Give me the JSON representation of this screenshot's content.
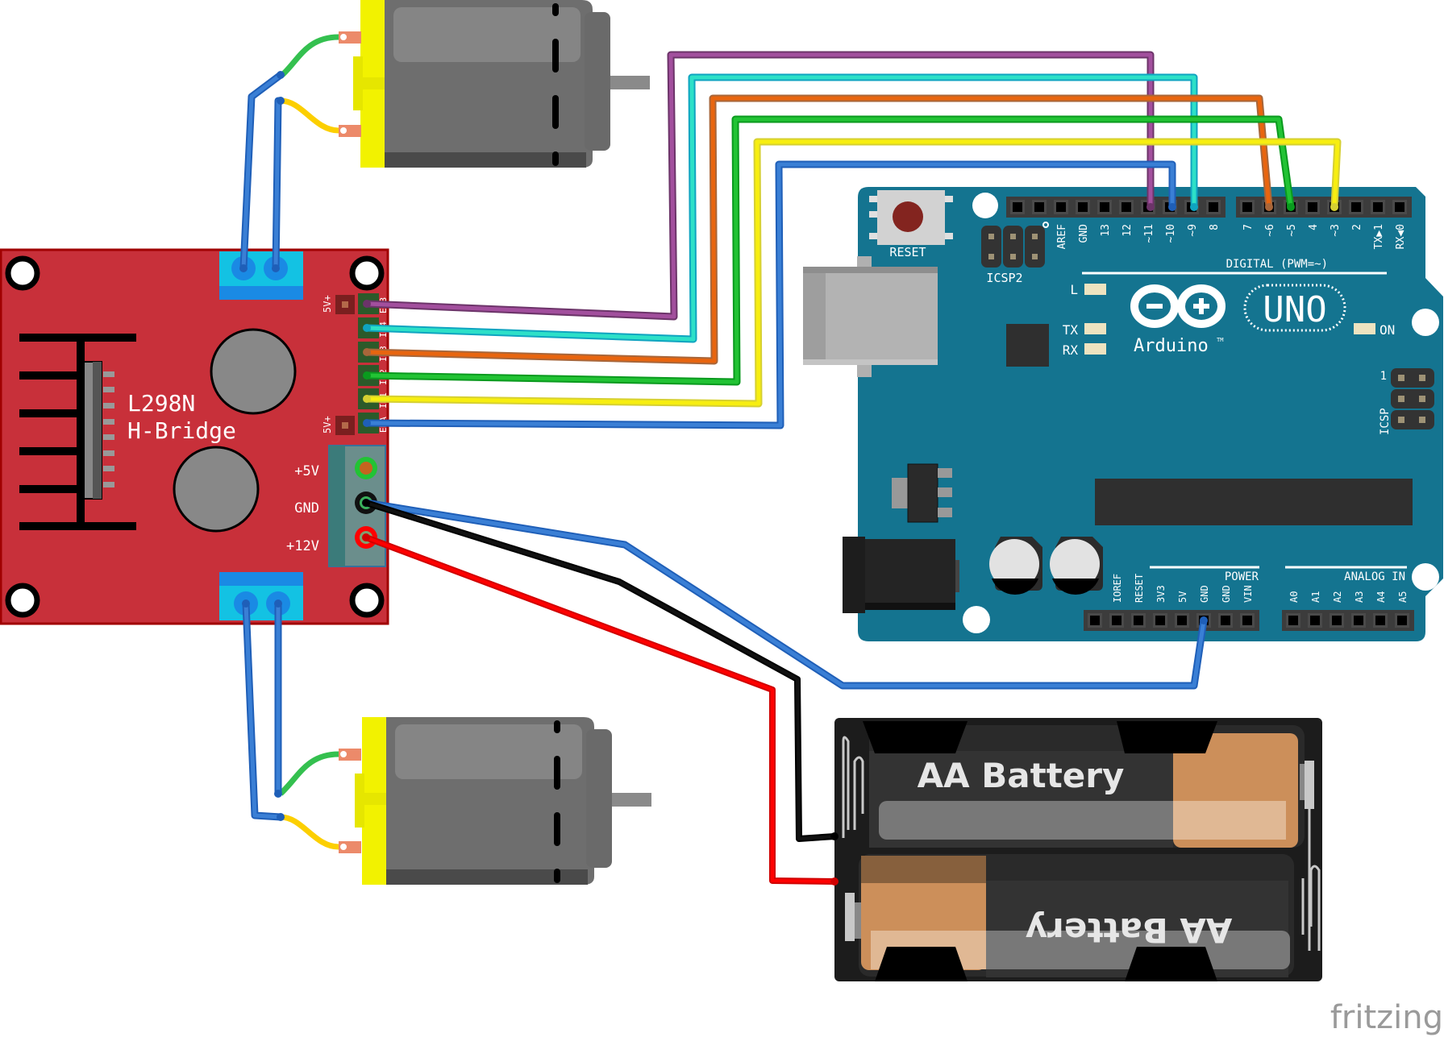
{
  "diagram": {
    "title": "L298N motor driver wired to Arduino UNO with two DC motors and 2xAA battery pack",
    "watermark": "fritzing"
  },
  "driver": {
    "name_line1": "L298N",
    "name_line2": "H-Bridge",
    "jumper_label": "5V+",
    "pins": [
      "ENB",
      "IN4",
      "IN3",
      "IN2",
      "IN1",
      "ENA"
    ],
    "power_labels": [
      "+5V",
      "GND",
      "+12V"
    ],
    "color": "#c8303a"
  },
  "arduino": {
    "model": "UNO",
    "brand": "Arduino",
    "tm": "TM",
    "reset_label": "RESET",
    "icsp2_label": "ICSP2",
    "icsp_label": "ICSP",
    "icsp_pin1": "1",
    "led_labels": {
      "l": "L",
      "tx": "TX",
      "rx": "RX",
      "on": "ON"
    },
    "digital_title": "DIGITAL (PWM=~)",
    "digital_pins_1": [
      "AREF",
      "GND",
      "13",
      "12",
      "~11",
      "~10",
      "~9",
      "8"
    ],
    "digital_pins_2": [
      "7",
      "~6",
      "~5",
      "4",
      "~3",
      "2",
      "TX▶1",
      "RX◀0"
    ],
    "power_title": "POWER",
    "power_pins": [
      "IOREF",
      "RESET",
      "3V3",
      "5V",
      "GND",
      "GND",
      "VIN"
    ],
    "analog_title": "ANALOG IN",
    "analog_pins": [
      "A0",
      "A1",
      "A2",
      "A3",
      "A4",
      "A5"
    ],
    "color": "#147490"
  },
  "battery": {
    "cell_label": "AA Battery",
    "cells": 2
  },
  "connections": [
    {
      "from": "ENB",
      "to": "~11",
      "color": "#a24f9d"
    },
    {
      "from": "IN4",
      "to": "~9",
      "color": "#2de0c8"
    },
    {
      "from": "IN3",
      "to": "~6",
      "color": "#e8650f"
    },
    {
      "from": "IN2",
      "to": "~5",
      "color": "#22c334"
    },
    {
      "from": "IN1",
      "to": "~3",
      "color": "#f7ee10"
    },
    {
      "from": "ENA",
      "to": "~10",
      "color": "#3a7fd5"
    },
    {
      "from": "GND (driver)",
      "to": "GND (Arduino power)",
      "color": "#3a7fd5"
    },
    {
      "from": "GND (driver)",
      "to": "Battery -",
      "color": "#111111"
    },
    {
      "from": "+12V (driver)",
      "to": "Battery +",
      "color": "#ff0000"
    },
    {
      "from": "OUT A/B top",
      "to": "Motor 1",
      "color": "#3a7fd5"
    },
    {
      "from": "OUT C/D bottom",
      "to": "Motor 2",
      "color": "#3a7fd5"
    }
  ]
}
